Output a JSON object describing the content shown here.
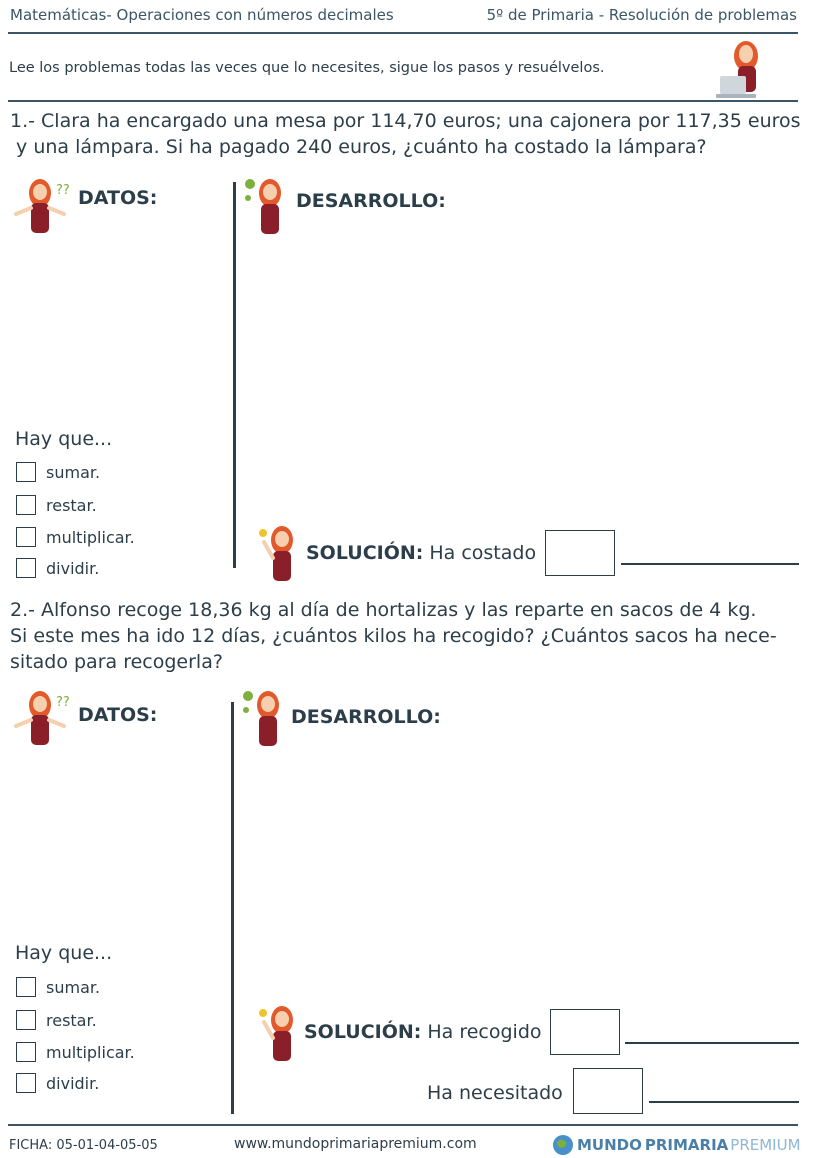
{
  "header": {
    "left": "Matemáticas- Operaciones con números decimales",
    "right": "5º de Primaria - Resolución de problemas"
  },
  "intro": "Lee los problemas todas las veces que lo necesites, sigue los pasos y resuélvelos.",
  "problems": [
    {
      "lines": [
        "1.- Clara ha encargado una mesa por 114,70 euros; una cajonera por 117,35 euros",
        " y una lámpara. Si ha pagado 240 euros, ¿cuánto ha costado la lámpara?"
      ],
      "datos": "DATOS:",
      "desarrollo": "DESARROLLO:",
      "hay_que": "Hay que...",
      "options": [
        "sumar.",
        "restar.",
        "multiplicar.",
        "dividir."
      ],
      "solucion_label": "SOLUCIÓN:",
      "answers": [
        "Ha costado"
      ]
    },
    {
      "lines": [
        "2.- Alfonso recoge 18,36 kg al día de hortalizas y las reparte en sacos de 4 kg.",
        "Si este mes ha ido 12 días, ¿cuántos kilos ha recogido? ¿Cuántos sacos ha nece-",
        "sitado para recogerla?"
      ],
      "datos": "DATOS:",
      "desarrollo": "DESARROLLO:",
      "hay_que": "Hay que...",
      "options": [
        "sumar.",
        "restar.",
        "multiplicar.",
        "dividir."
      ],
      "solucion_label": "SOLUCIÓN:",
      "answers": [
        "Ha recogido",
        "Ha necesitado"
      ]
    }
  ],
  "footer": {
    "ficha": "FICHA:  05-01-04-05-05",
    "url": "www.mundoprimariapremium.com",
    "brand_mundo": "MUNDO",
    "brand_primaria": "PRIMARIA",
    "brand_premium": "PREMIUM"
  },
  "colors": {
    "text": "#2c3e4a",
    "header": "#3b5566",
    "hair": "#e2592c",
    "dress": "#8a1f2a",
    "brand_blue": "#4a90c8",
    "brand_green": "#7bb13c"
  },
  "icons": [
    "girl-laptop-icon",
    "girl-question-icon",
    "girl-thinking-icon",
    "girl-idea-icon",
    "globe-logo-icon"
  ]
}
